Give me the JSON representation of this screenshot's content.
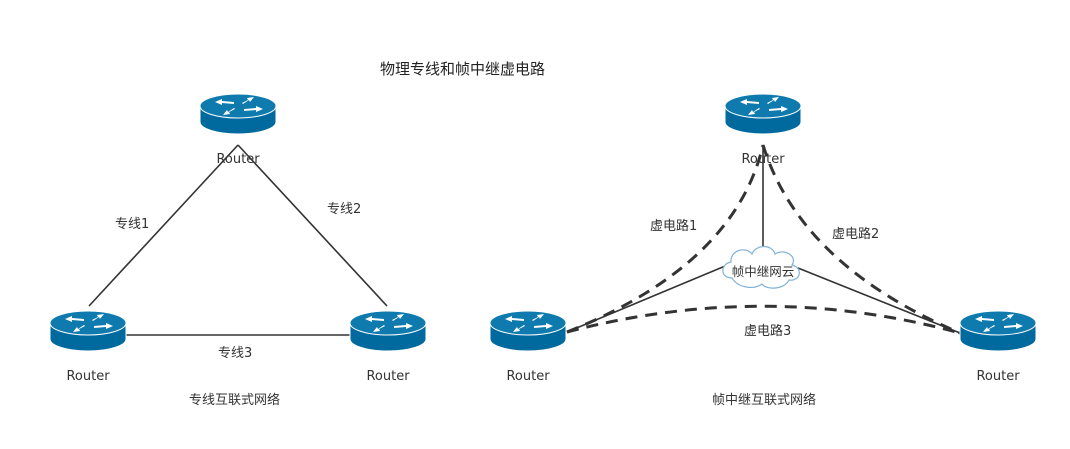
{
  "title": "物理专线和帧中继虚电路",
  "left": {
    "caption": "专线互联式网络",
    "routers": [
      "Router",
      "Router",
      "Router"
    ],
    "links": [
      "专线1",
      "专线2",
      "专线3"
    ]
  },
  "right": {
    "caption": "帧中继互联式网络",
    "routers": [
      "Router",
      "Router",
      "Router"
    ],
    "cloud": "帧中继网云",
    "vcs": [
      "虚电路1",
      "虚电路2",
      "虚电路3"
    ]
  },
  "colors": {
    "router_top": "#0e7aad",
    "router_body": "#006a9e",
    "router_edge": "#00557f",
    "line": "#333333",
    "cloud_stroke": "#7fb2d6"
  },
  "icons": [
    "router-icon",
    "cloud-icon",
    "arrow-icon"
  ]
}
